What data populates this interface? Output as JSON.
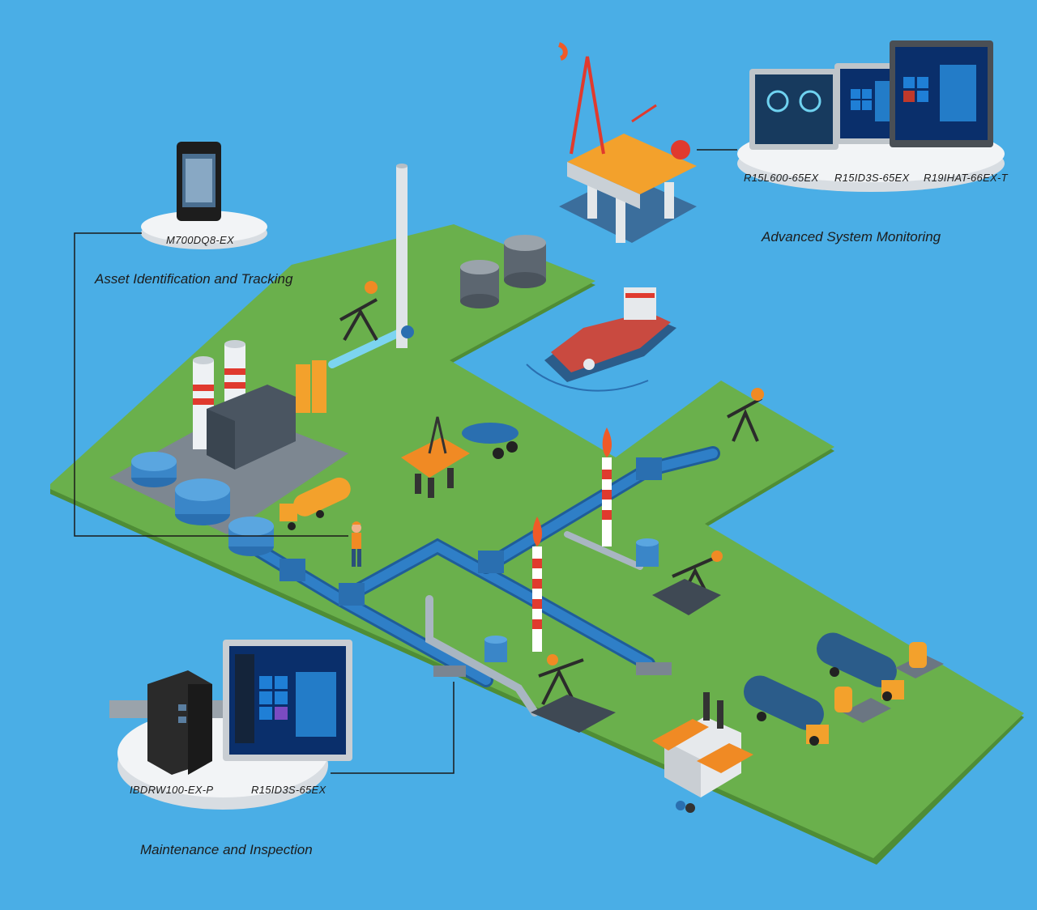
{
  "colors": {
    "ocean": "#4aaee6",
    "land": "#6ab04c",
    "pipe": "#2a6fb0",
    "accent_orange": "#f08a24",
    "flare_red": "#e03a2e"
  },
  "devices": {
    "asset": {
      "models": [
        "M700DQ8-EX"
      ],
      "title": "Asset Identification and Tracking"
    },
    "monitoring": {
      "models": [
        "R15L600-65EX",
        "R15ID3S-65EX",
        "R19IHAT-66EX-T"
      ],
      "title": "Advanced System Monitoring"
    },
    "maintenance": {
      "models": [
        "IBDRW100-EX-P",
        "R15ID3S-65EX"
      ],
      "title": "Maintenance and Inspection"
    }
  },
  "icons": [
    "oil-rig-icon",
    "tanker-ship-icon",
    "refinery-icon",
    "storage-tank-icon",
    "pump-jack-icon",
    "gas-flare-icon",
    "tanker-truck-icon",
    "gas-pump-icon",
    "factory-icon",
    "worker-icon",
    "tablet-device-icon",
    "panel-pc-icon",
    "box-pc-icon"
  ]
}
